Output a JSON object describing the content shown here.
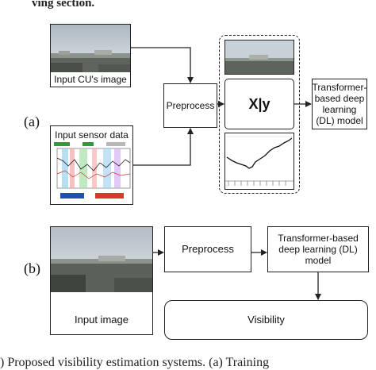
{
  "header_fragment": "ving section.",
  "footer_fragment": ") Proposed visibility estimation systems. (a) Training",
  "panel_a": {
    "label": "(a)",
    "input_image_label": "Input CU's image",
    "sensor_label": "Input sensor data",
    "preprocess_label": "Preprocess",
    "xy_label": "X|y",
    "model_label": "Transformer-based deep learning (DL) model"
  },
  "panel_b": {
    "label": "(b)",
    "preprocess_label": "Preprocess",
    "model_label": "Transformer-based deep learning (DL) model",
    "input_image_label": "Input image",
    "output_label": "Visibility"
  }
}
